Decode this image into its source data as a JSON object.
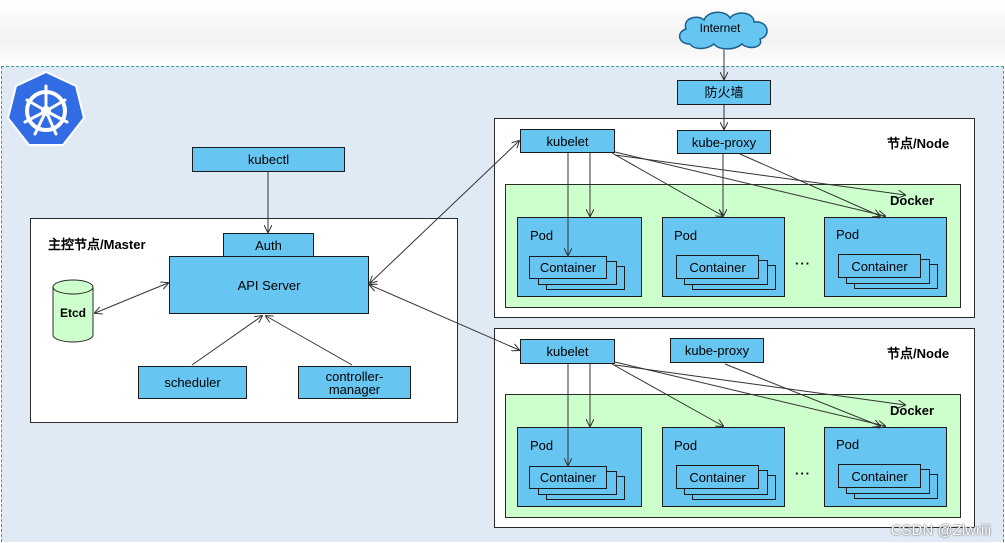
{
  "internet": "Internet",
  "firewall": "防火墙",
  "master": {
    "title": "主控节点/Master",
    "kubectl": "kubectl",
    "auth": "Auth",
    "api_server": "API Server",
    "etcd": "Etcd",
    "scheduler": "scheduler",
    "controller_manager": "controller-\nmanager"
  },
  "nodes": [
    {
      "title": "节点/Node",
      "kubelet": "kubelet",
      "kube_proxy": "kube-proxy",
      "docker": "Docker",
      "pods": [
        {
          "label": "Pod",
          "container": "Container"
        },
        {
          "label": "Pod",
          "container": "Container"
        },
        {
          "label": "Pod",
          "container": "Container"
        }
      ],
      "ellipsis": "···"
    },
    {
      "title": "节点/Node",
      "kubelet": "kubelet",
      "kube_proxy": "kube-proxy",
      "docker": "Docker",
      "pods": [
        {
          "label": "Pod",
          "container": "Container"
        },
        {
          "label": "Pod",
          "container": "Container"
        },
        {
          "label": "Pod",
          "container": "Container"
        }
      ],
      "ellipsis": "···"
    }
  ],
  "logo_icon": "kubernetes-helm-icon",
  "watermark": "CSDN @Zlwriii",
  "colors": {
    "box": "#67c5f2",
    "docker": "#ccffcc",
    "logo": "#326ce5",
    "region": "#dfeaf5"
  }
}
